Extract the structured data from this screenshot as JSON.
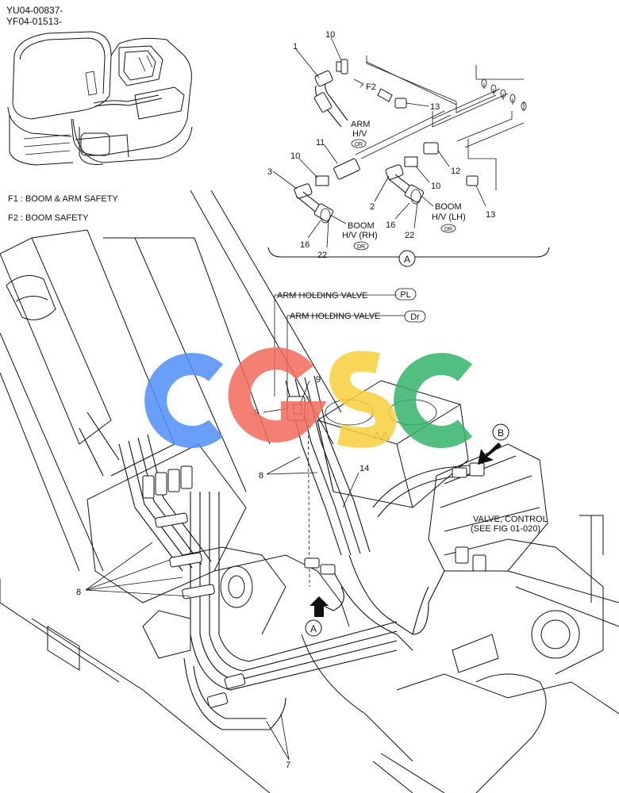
{
  "codes": [
    "YU04-00837-",
    "YF04-01513-"
  ],
  "legend": [
    {
      "key": "F1",
      "text": "BOOM & ARM SAFETY"
    },
    {
      "key": "F2",
      "text": "BOOM SAFETY"
    }
  ],
  "detail": {
    "view_letter": "A",
    "numbers": [
      "1",
      "10",
      "13",
      "11",
      "10",
      "3",
      "12",
      "2",
      "10",
      "13",
      "16",
      "22",
      "16",
      "22"
    ],
    "flag": "F2",
    "arm_hv": [
      "ARM",
      "H/V",
      "DR"
    ],
    "boom_rh": [
      "BOOM",
      "H/V (RH)",
      "DR"
    ],
    "boom_lh": [
      "BOOM",
      "H/V (LH)",
      "DR"
    ]
  },
  "main": {
    "arm_holding_valve_pl": "ARM HOLDING VALVE",
    "pl_tag": "PL",
    "arm_holding_valve_dr": "ARM HOLDING VALVE",
    "dr_tag": "Dr",
    "numbers": [
      "9",
      "9",
      "8",
      "14",
      "8",
      "7"
    ],
    "view_b": "B",
    "view_a": "A",
    "control_valve": [
      "VALVE, CONTROL",
      "(SEE FIG 01-020)"
    ]
  },
  "watermark": {
    "letters": [
      "C",
      "G",
      "S",
      "C"
    ],
    "colors": [
      "#4f8ff7",
      "#f26b5b",
      "#f9cf3b",
      "#35b36a"
    ]
  }
}
